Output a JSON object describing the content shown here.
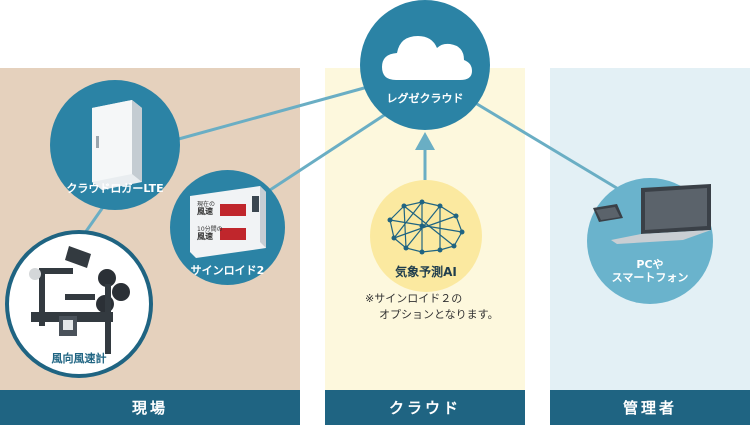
{
  "sections": {
    "site": "現場",
    "cloud": "クラウド",
    "admin": "管理者"
  },
  "nodes": {
    "regze_cloud": "レグゼクラウド",
    "cloud_logger": "クラウドロガーLTE",
    "signoid": "サインロイド2",
    "anemometer": "風向風速計",
    "weather_ai": "気象予測AI",
    "pc_smartphone_line1": "PCや",
    "pc_smartphone_line2": "スマートフォン"
  },
  "signoid_screen": {
    "label1_top": "現在の",
    "label1_bottom": "風速",
    "label2_top": "10分間の",
    "label2_bottom": "風速"
  },
  "note": {
    "line1": "※サインロイド２の",
    "line2": "オプションとなります。"
  },
  "colors": {
    "primary": "#1f6482",
    "node": "#2b83a5",
    "site_bg": "#e5d1bd",
    "cloud_bg": "#fdf8dd",
    "admin_bg": "#e3f0f5",
    "ai_bg": "#fbe9a0"
  }
}
